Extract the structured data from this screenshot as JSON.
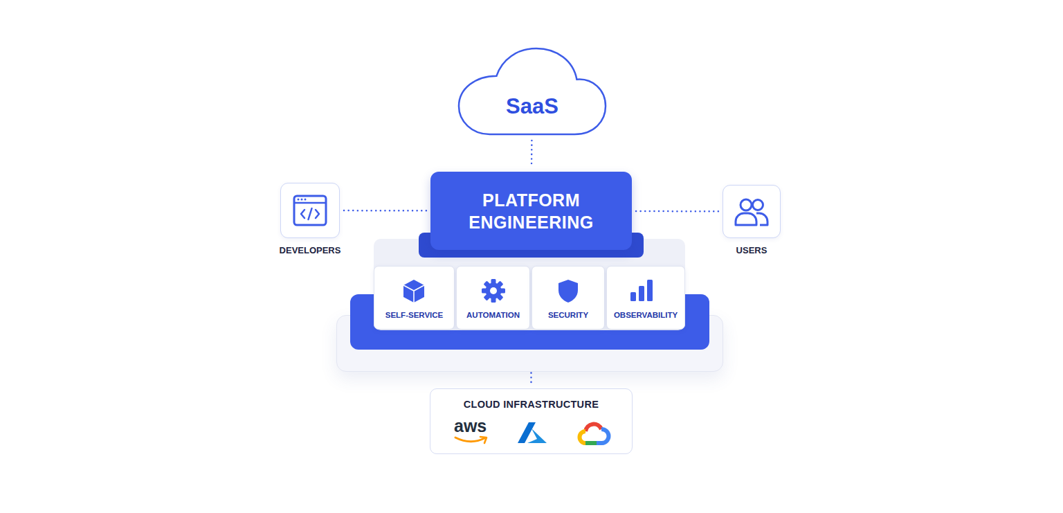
{
  "diagram": {
    "nodes": [
      {
        "text": [
          "SaaS"
        ]
      },
      {
        "text": [
          "DEVELOPERS"
        ]
      },
      {
        "text": [
          "PLATFORM ENGINEERING"
        ]
      },
      {
        "text": [
          "USERS"
        ]
      },
      {
        "text": [
          "SELF-SERVICE"
        ]
      },
      {
        "text": [
          "AUTOMATION"
        ]
      },
      {
        "text": [
          "SECURITY"
        ]
      },
      {
        "text": [
          "OBSERVABILITY"
        ]
      },
      {
        "text": [
          "CLOUD INFRASTRUCTURE"
        ]
      }
    ],
    "edges": [
      {
        "from": 0,
        "to": 2,
        "arrow": "none"
      },
      {
        "from": 1,
        "to": 2,
        "arrow": "none"
      },
      {
        "from": 2,
        "to": 3,
        "arrow": "none"
      },
      {
        "from": 2,
        "to": 8,
        "arrow": "none"
      }
    ],
    "labels": [
      "aws"
    ]
  }
}
